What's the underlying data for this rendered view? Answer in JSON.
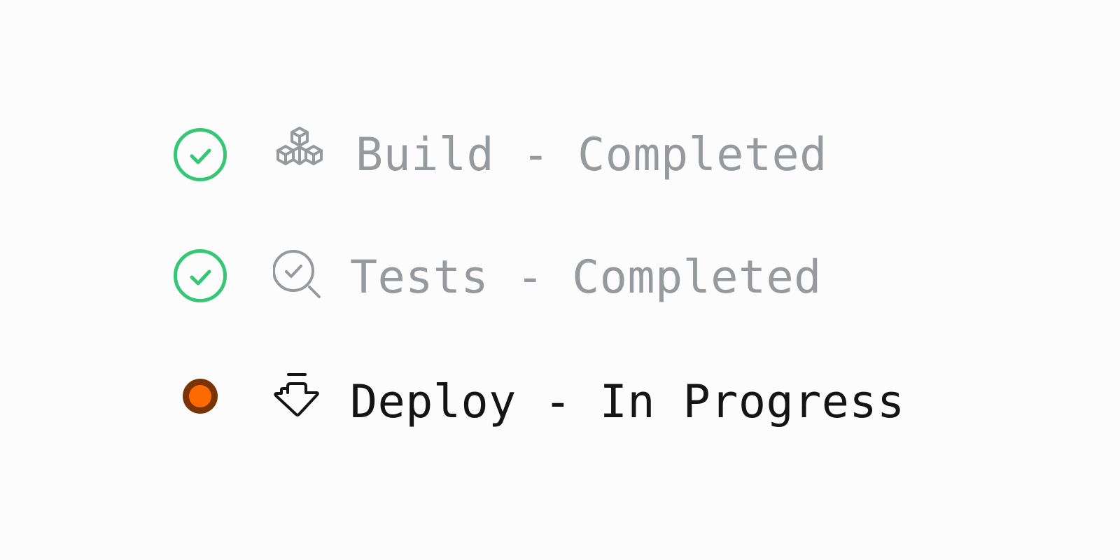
{
  "steps": [
    {
      "label": "Build - Completed",
      "status": "completed",
      "status_icon": "check-circle-icon",
      "icon": "cubes-icon",
      "status_color": "#36c776",
      "text_color": "#979a9c"
    },
    {
      "label": "Tests - Completed",
      "status": "completed",
      "status_icon": "check-circle-icon",
      "icon": "magnifier-check-icon",
      "status_color": "#36c776",
      "text_color": "#979a9c"
    },
    {
      "label": "Deploy - In Progress",
      "status": "in-progress",
      "status_icon": "in-progress-dot-icon",
      "icon": "deploy-arrow-icon",
      "status_color": "#ff6a00",
      "text_color": "#141414"
    }
  ]
}
